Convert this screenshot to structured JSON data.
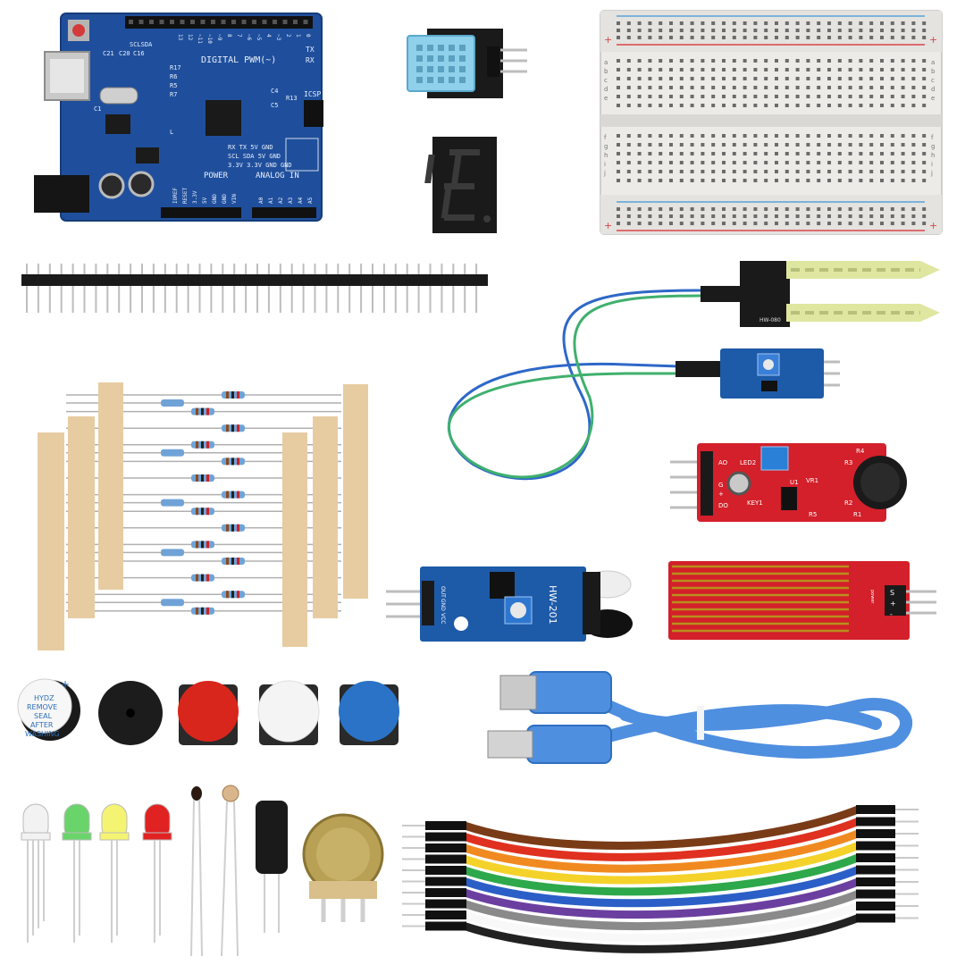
{
  "colors": {
    "background": "#ffffff",
    "arduino_board": "#1f4f9c",
    "breadboard": "#ecebe8",
    "sensor_blue": "#1d5aa8",
    "sensor_red": "#d3202a",
    "button_red": "#d9261c",
    "button_white": "#f4f4f4",
    "button_blue": "#2a73c7",
    "usb_cable": "#4f8fe0"
  },
  "arduino": {
    "digital_label": "DIGITAL PWM(~)",
    "power_label": "POWER",
    "analog_label": "ANALOG IN",
    "icsp_label": "ICSP",
    "tx_label": "TX",
    "rx_label": "RX",
    "chip_labels": [
      "C21",
      "C20",
      "C16",
      "R17",
      "R6",
      "R5",
      "R7",
      "C1",
      "L"
    ],
    "misc_labels": [
      "SCLSDA",
      "C4",
      "R13",
      "C5",
      "RX  TX  5V  GND",
      "SCL SDA 5V  GND",
      "3.3V 3.3V GND GND"
    ],
    "power_pins": [
      "IOREF",
      "RESET",
      "3.3V",
      "5V",
      "GND",
      "GND",
      "VIN"
    ],
    "analog_pins": [
      "A0",
      "A1",
      "A2",
      "A3",
      "A4",
      "A5"
    ],
    "digital_pins": [
      "13",
      "12",
      "~11",
      "~10",
      "~9",
      "8",
      "7",
      "~6",
      "~5",
      "4",
      "~3",
      "2",
      "1",
      "0"
    ]
  },
  "breadboard": {
    "row_letters_top": [
      "a",
      "b",
      "c",
      "d",
      "e"
    ],
    "row_letters_bottom": [
      "f",
      "g",
      "h",
      "i",
      "j"
    ],
    "plus": "+",
    "minus": "-"
  },
  "soil_sensor": {
    "label": "HW-080"
  },
  "sound_sensor": {
    "labels": [
      "AO",
      "G",
      "+",
      "DO",
      "LED2",
      "VR1",
      "U1",
      "R3",
      "R2",
      "R1",
      "R5",
      "R4",
      "KEY1"
    ]
  },
  "ir_sensor": {
    "label": "HW-201",
    "pins": [
      "OUT",
      "GND",
      "VCC"
    ]
  },
  "water_sensor": {
    "pins": [
      "S",
      "+",
      "-"
    ],
    "label": "power"
  },
  "buzzer": {
    "sticker": [
      "HYDZ",
      "REMOVE",
      "SEAL",
      "AFTER",
      "WASHING"
    ],
    "polarity": "+"
  },
  "buttons": [
    {
      "name": "red"
    },
    {
      "name": "white"
    },
    {
      "name": "blue"
    }
  ],
  "leds": [
    {
      "name": "rgb-clear",
      "color": "#f2f2f2"
    },
    {
      "name": "green",
      "color": "#69d46a"
    },
    {
      "name": "yellow",
      "color": "#f4f472"
    },
    {
      "name": "red",
      "color": "#e02222"
    }
  ],
  "jumper_wire_colors": [
    "#7a3b17",
    "#e03020",
    "#f08a20",
    "#f4d22a",
    "#2da84a",
    "#2b5fc7",
    "#6b3fa0",
    "#8a8a8a",
    "#f8f8f8",
    "#222222"
  ]
}
